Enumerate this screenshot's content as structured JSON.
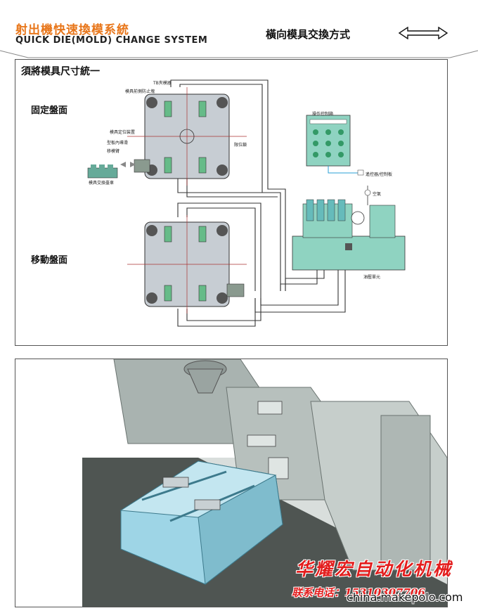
{
  "header": {
    "title_cn": "射出機快速換模系統",
    "title_en": "QUICK DIE(MOLD) CHANGE SYSTEM",
    "mode_label": "橫向模具交換方式"
  },
  "diagram": {
    "heading": "須將模具尺寸統一",
    "fixed_plate": "固定盤面",
    "moving_plate": "移動盤面",
    "callouts": {
      "tb_clamp": "TB夾模器",
      "anti_fall": "模具前側防止塊",
      "positioning": "模具定位裝置",
      "guide": "型板內導滑",
      "transfer": "移模臂",
      "exchange_cart": "模具交換臺車",
      "limit_switch": "限位鎖",
      "control_box": "操作控制箱",
      "remote": "遙控器/控制板",
      "air": "空氣",
      "hydraulic_unit": "油壓單元"
    }
  },
  "watermark": {
    "company": "华耀宏自动化机械",
    "contact": "联系电话：15310307706",
    "site": "china.makepolo.com"
  },
  "colors": {
    "accent": "#e8761a",
    "plate": "#c7cdd3",
    "hydraulic": "#8fd3c1",
    "cart": "#9ed5e6",
    "machine": "#a9b3b0",
    "watermark": "#e31d1d"
  }
}
